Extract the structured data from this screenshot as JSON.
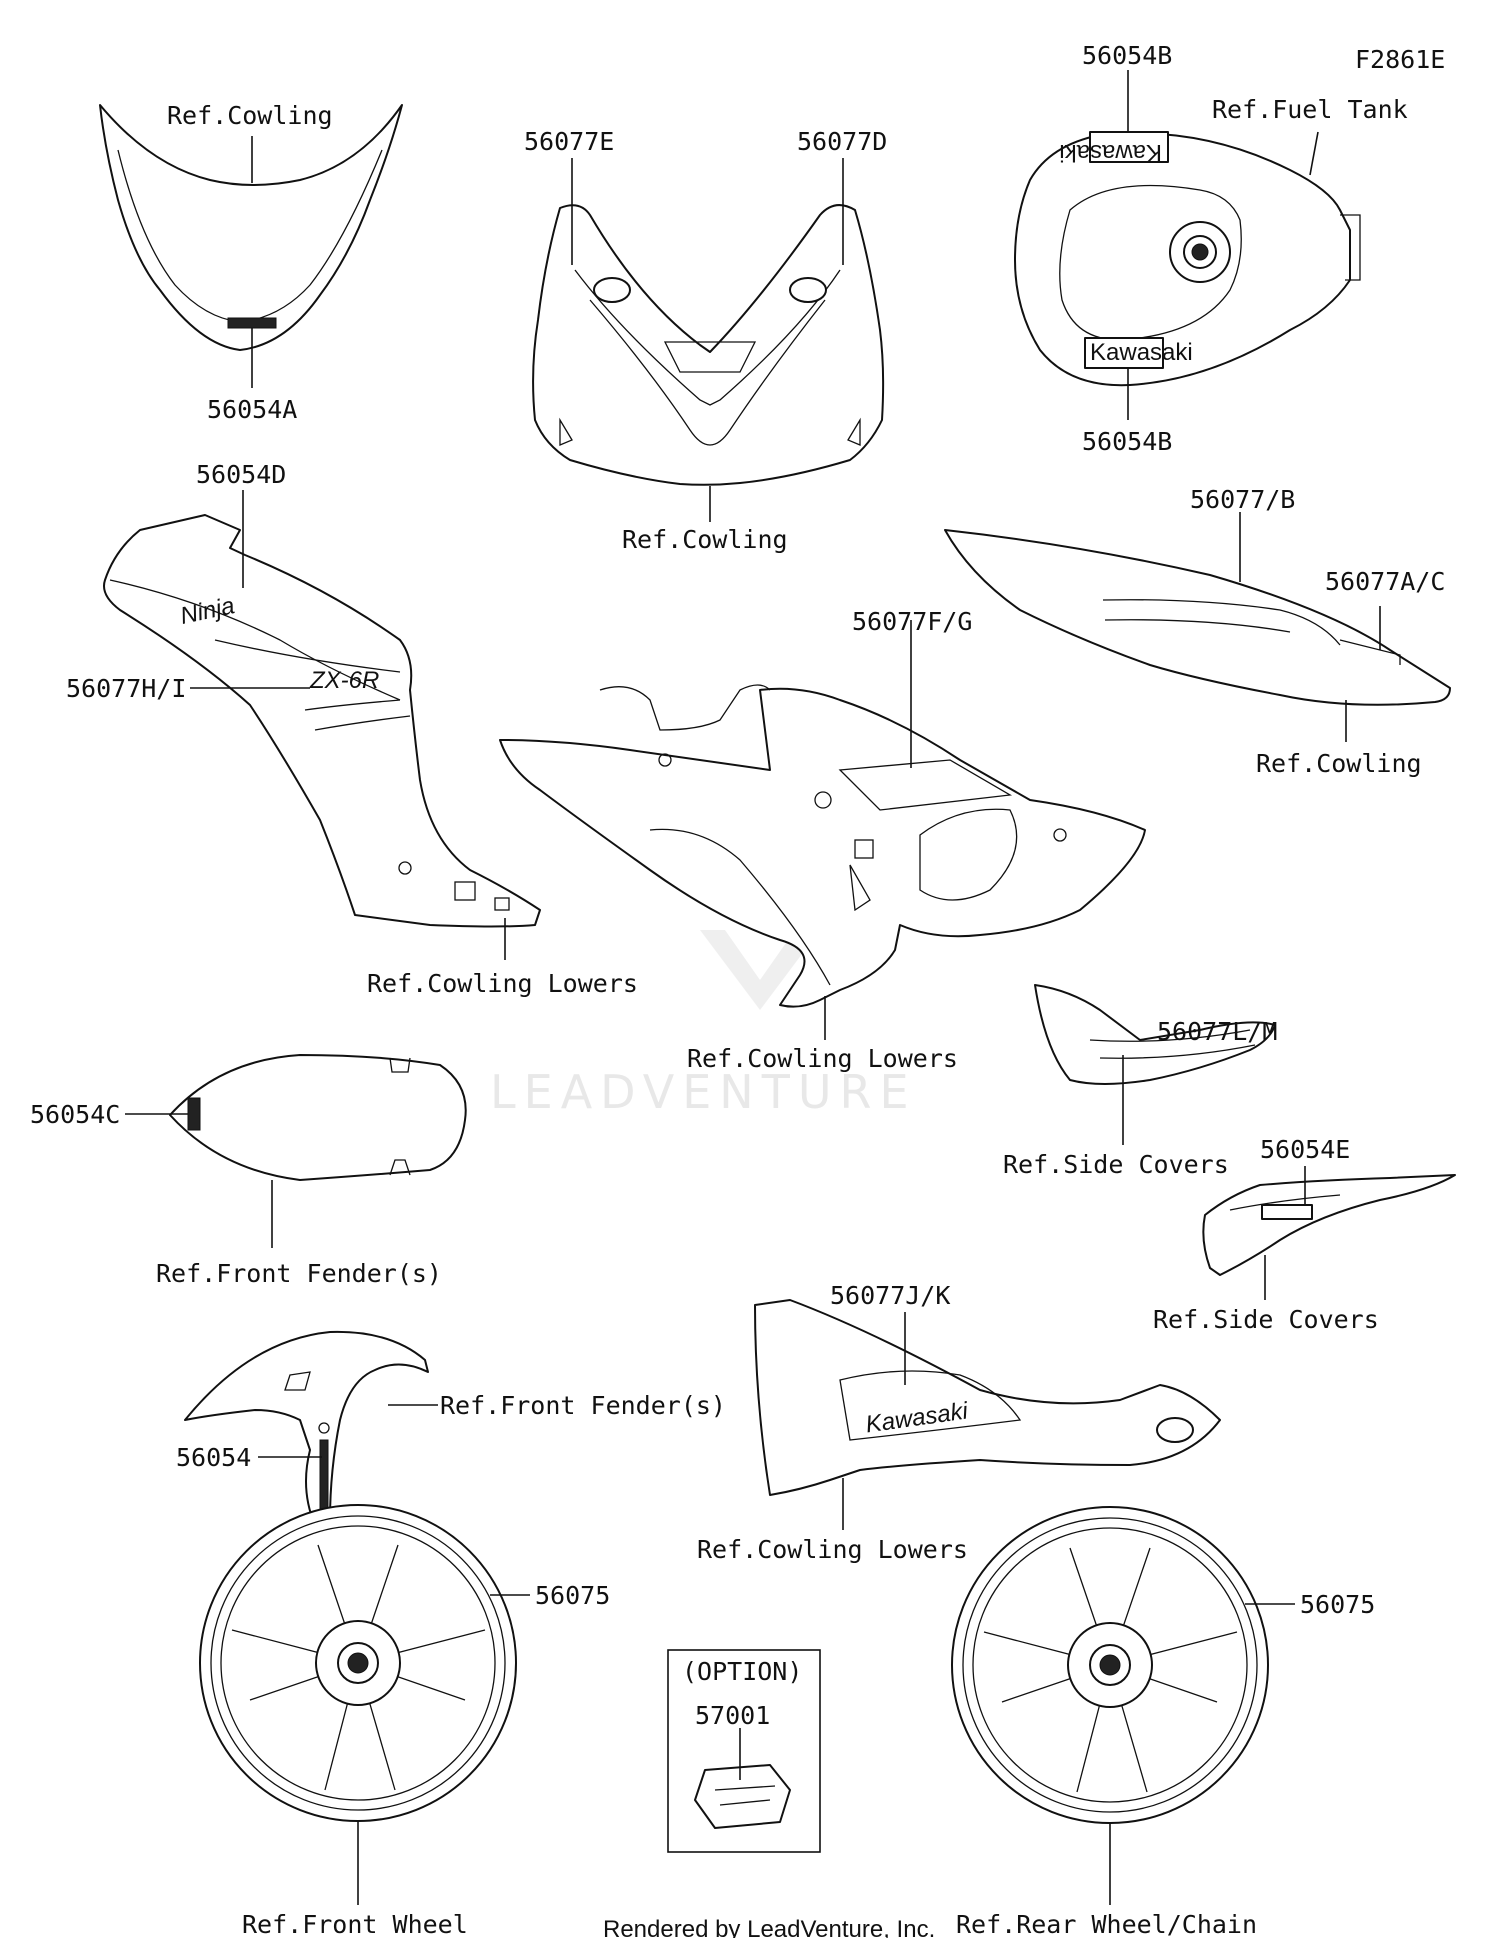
{
  "figure_id": "F2861E",
  "callouts": {
    "windscreen_ref": "Ref.Cowling",
    "windscreen_part": "56054A",
    "upper_left_part": "56077E",
    "upper_right_part": "56077D",
    "upper_ref": "Ref.Cowling",
    "tank_top_part": "56054B",
    "tank_ref": "Ref.Fuel Tank",
    "tank_bottom_part": "56054B",
    "side_upper_part": "56054D",
    "side_stripe_part": "56077H/I",
    "side_lower_ref": "Ref.Cowling Lowers",
    "tail_part_b": "56077/B",
    "tail_part_ac": "56077A/C",
    "tail_ref": "Ref.Cowling",
    "center_part": "56077F/G",
    "center_ref": "Ref.Cowling Lowers",
    "sidecover1_part": "56077L/M",
    "sidecover1_ref": "Ref.Side Covers",
    "fender1_part": "56054C",
    "fender1_ref": "Ref.Front Fender(s)",
    "sidecover2_part": "56054E",
    "sidecover2_ref": "Ref.Side Covers",
    "lowers_part": "56077J/K",
    "lowers_ref": "Ref.Cowling Lowers",
    "fender2_ref": "Ref.Front Fender(s)",
    "fender2_part": "56054",
    "front_wheel_part": "56075",
    "front_wheel_ref": "Ref.Front Wheel",
    "rear_wheel_part": "56075",
    "rear_wheel_ref": "Ref.Rear Wheel/Chain",
    "option_label": "(OPTION)",
    "option_part": "57001"
  },
  "decal_text": {
    "ninja": "Ninja",
    "zx6r": "ZX-6R",
    "kawasaki": "Kawasaki"
  },
  "watermark": "LEADVENTURE",
  "footer": "Rendered by LeadVenture, Inc."
}
